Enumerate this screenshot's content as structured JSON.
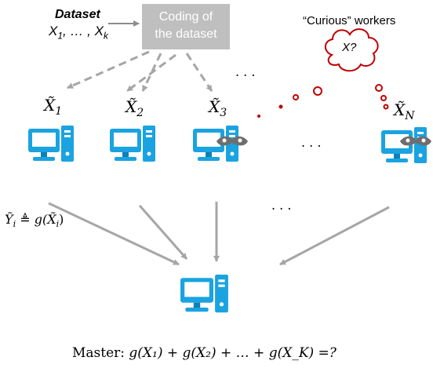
{
  "colors": {
    "monitor": "#1aa3e0",
    "monitor_dark": "#0e7fb8",
    "arrow_gray": "#a6a6a6",
    "coding_box": "#bfbfbf",
    "curious_red": "#c00000",
    "mask": "#6e6e6e"
  },
  "dataset": {
    "label": "Dataset",
    "vars": "X",
    "sub1": "1",
    "ellipsis": ", … , ",
    "subk": "k"
  },
  "coding_box": {
    "line1": "Coding of",
    "line2": "the dataset"
  },
  "curious_label": "“Curious” workers",
  "thought": {
    "text": "X?"
  },
  "workers": [
    {
      "label": "X̃",
      "sub": "1"
    },
    {
      "label": "X̃",
      "sub": "2"
    },
    {
      "label": "X̃",
      "sub": "3"
    },
    {
      "label": "X̃",
      "sub": "N"
    }
  ],
  "dots": ". . .",
  "y_def": {
    "lhs": "Ỹ",
    "sub": "i",
    "op": " ≜ ",
    "rhs": "g(X̃",
    "rhs_sub": "i",
    "close": ")"
  },
  "master": {
    "label": "Master:",
    "formula": "g(X₁) + g(X₂) + … + g(X_K) =?"
  }
}
